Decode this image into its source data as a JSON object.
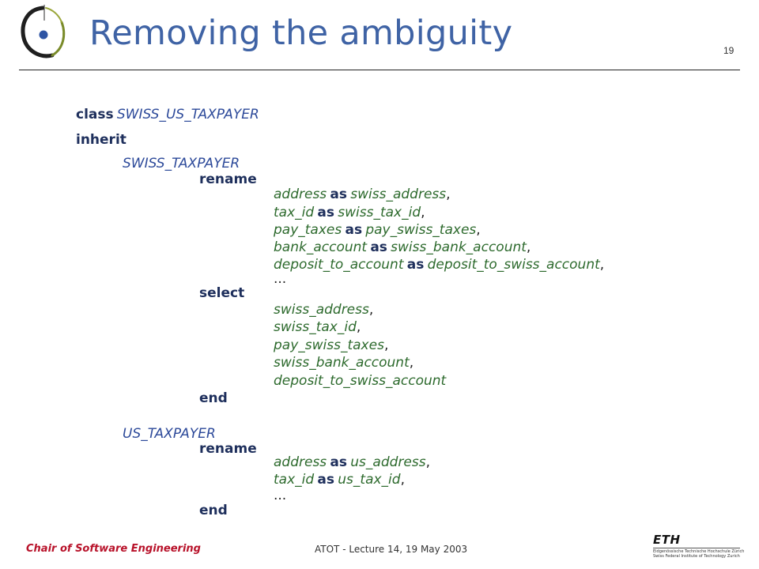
{
  "slide": {
    "title": "Removing the ambiguity",
    "page_number": "19"
  },
  "footer": {
    "left": "Chair of Software Engineering",
    "center": "ATOT - Lecture 14, 19 May 2003",
    "eth": {
      "mark": "ETH",
      "line1": "Eidgenössische Technische Hochschule Zürich",
      "line2": "Swiss Federal Institute of Technology Zurich"
    }
  },
  "code": {
    "kw_class": "class",
    "class_name": "SWISS_US_TAXPAYER",
    "kw_inherit": "inherit",
    "parent1": {
      "name": "SWISS_TAXPAYER",
      "kw_rename": "rename",
      "renames": [
        {
          "from": "address",
          "as": "as",
          "to": "swiss_address",
          "sep": ","
        },
        {
          "from": "tax_id",
          "as": "as",
          "to": "swiss_tax_id",
          "sep": ","
        },
        {
          "from": "pay_taxes",
          "as": "as",
          "to": "pay_swiss_taxes",
          "sep": ","
        },
        {
          "from": "bank_account",
          "as": "as",
          "to": "swiss_bank_account",
          "sep": ","
        },
        {
          "from": "deposit_to_account",
          "as": "as",
          "to": "deposit_to_swiss_account",
          "sep": ","
        }
      ],
      "ellipsis": "...",
      "kw_select": "select",
      "selects": [
        {
          "name": "swiss_address",
          "sep": ","
        },
        {
          "name": "swiss_tax_id",
          "sep": ","
        },
        {
          "name": "pay_swiss_taxes",
          "sep": ","
        },
        {
          "name": "swiss_bank_account",
          "sep": ","
        },
        {
          "name": "deposit_to_swiss_account",
          "sep": ""
        }
      ],
      "kw_end": "end"
    },
    "parent2": {
      "name": "US_TAXPAYER",
      "kw_rename": "rename",
      "renames": [
        {
          "from": "address",
          "as": "as",
          "to": "us_address",
          "sep": ","
        },
        {
          "from": "tax_id",
          "as": "as",
          "to": "us_tax_id",
          "sep": ","
        }
      ],
      "ellipsis": "...",
      "kw_end": "end"
    }
  }
}
